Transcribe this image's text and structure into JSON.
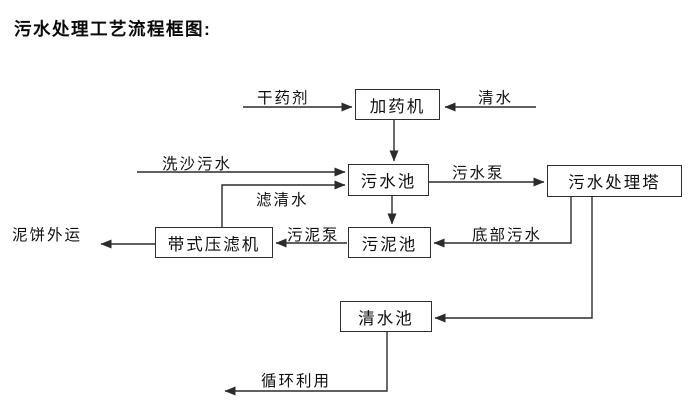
{
  "page": {
    "title": "污水处理工艺流程框图:"
  },
  "diagram": {
    "nodes": [
      {
        "id": "dosing-machine",
        "label": "加药机"
      },
      {
        "id": "sewage-pool",
        "label": "污水池"
      },
      {
        "id": "sewage-treatment-tower",
        "label": "污水处理塔"
      },
      {
        "id": "sludge-pool",
        "label": "污泥池"
      },
      {
        "id": "belt-filter-press",
        "label": "带式压滤机"
      },
      {
        "id": "clean-water-pool",
        "label": "清水池"
      }
    ],
    "flow_labels": [
      {
        "id": "dry-chemical",
        "label": "干药剂"
      },
      {
        "id": "clean-water",
        "label": "清水"
      },
      {
        "id": "sand-washing-sewage",
        "label": "洗沙污水"
      },
      {
        "id": "filtered-water",
        "label": "滤清水"
      },
      {
        "id": "sewage-pump",
        "label": "污水泵"
      },
      {
        "id": "bottom-sewage",
        "label": "底部污水"
      },
      {
        "id": "sludge-pump",
        "label": "污泥泵"
      },
      {
        "id": "mud-cake-out",
        "label": "泥饼外运"
      },
      {
        "id": "recycling-use",
        "label": "循环利用"
      }
    ],
    "edges": [
      {
        "from": "干药剂",
        "to": "加药机",
        "label": ""
      },
      {
        "from": "清水",
        "to": "加药机",
        "label": ""
      },
      {
        "from": "加药机",
        "to": "污水池",
        "label": ""
      },
      {
        "from": "洗沙污水",
        "to": "污水池",
        "label": ""
      },
      {
        "from": "带式压滤机",
        "to": "污水池",
        "label": "滤清水"
      },
      {
        "from": "污水池",
        "to": "污水处理塔",
        "label": "污水泵"
      },
      {
        "from": "污水池",
        "to": "污泥池",
        "label": ""
      },
      {
        "from": "污水处理塔",
        "to": "污泥池",
        "label": "底部污水"
      },
      {
        "from": "污泥池",
        "to": "带式压滤机",
        "label": "污泥泵"
      },
      {
        "from": "带式压滤机",
        "to": "泥饼外运",
        "label": ""
      },
      {
        "from": "污水处理塔",
        "to": "清水池",
        "label": ""
      },
      {
        "from": "清水池",
        "to": "循环利用",
        "label": ""
      }
    ],
    "colors": {
      "line": "#2b2b2b",
      "box_border": "#2f2f2f",
      "background": "#ffffff",
      "text": "#101010"
    }
  }
}
